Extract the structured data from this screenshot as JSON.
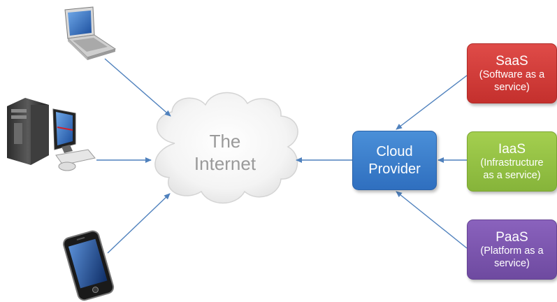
{
  "cloud": {
    "line1": "The",
    "line2": "Internet"
  },
  "provider": {
    "line1": "Cloud",
    "line2": "Provider"
  },
  "services": {
    "saas": {
      "title": "SaaS",
      "sub1": "(Software as a",
      "sub2": "service)",
      "color": "#d03a37"
    },
    "iaas": {
      "title": "IaaS",
      "sub1": "(Infrastructure",
      "sub2": "as a service)",
      "color": "#93c044"
    },
    "paas": {
      "title": "PaaS",
      "sub1": "(Platform as a",
      "sub2": "service)",
      "color": "#7b55b0"
    }
  },
  "devices": [
    "laptop-icon",
    "desktop-computer-icon",
    "smartphone-icon"
  ],
  "colors": {
    "arrow": "#4f81bd",
    "provider": "#3a7bd0",
    "cloud_text": "#9a9a9a"
  }
}
